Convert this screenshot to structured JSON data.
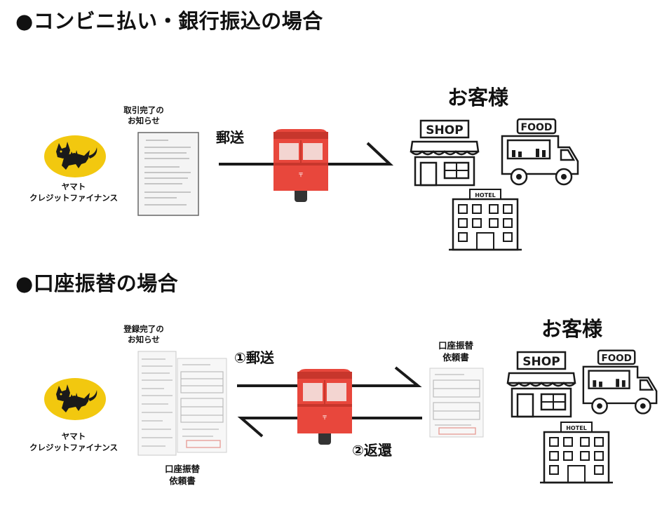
{
  "section1": {
    "heading": "●コンビニ払い・銀行振込の場合",
    "company_line1": "ヤマト",
    "company_line2": "クレジットファイナンス",
    "notice_line1": "取引完了の",
    "notice_line2": "お知らせ",
    "mail_label": "郵送",
    "customer_label": "お客様",
    "shop_sign": "SHOP",
    "food_sign": "FOOD",
    "hotel_sign": "HOTEL"
  },
  "section2": {
    "heading": "●口座振替の場合",
    "company_line1": "ヤマト",
    "company_line2": "クレジットファイナンス",
    "notice_line1": "登録完了の",
    "notice_line2": "お知らせ",
    "form_line1": "口座振替",
    "form_line2": "依頼書",
    "returned_form_line1": "口座振替",
    "returned_form_line2": "依頼書",
    "mail_label": "①郵送",
    "return_label": "②返還",
    "customer_label": "お客様",
    "shop_sign": "SHOP",
    "food_sign": "FOOD",
    "hotel_sign": "HOTEL"
  },
  "colors": {
    "logo_yellow": "#f2c80f",
    "postbox_red": "#e8473c",
    "postbox_dark": "#c7362c",
    "line": "#1a1a1a"
  }
}
